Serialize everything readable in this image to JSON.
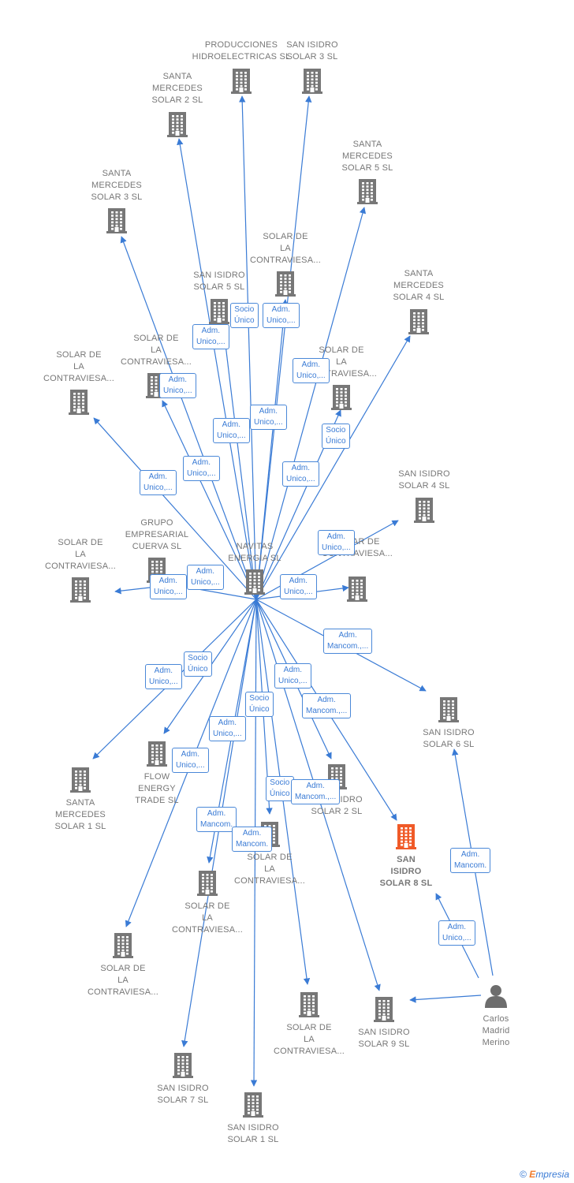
{
  "diagram": {
    "center": {
      "id": "navitas",
      "label": "NAVITAS\nENERGIA SL"
    },
    "companies": [
      {
        "id": "producciones",
        "label": "PRODUCCIONES\nHIDROELECTRICAS SL"
      },
      {
        "id": "san_isidro_3",
        "label": "SAN ISIDRO\nSOLAR 3  SL"
      },
      {
        "id": "santa_mercedes_2",
        "label": "SANTA\nMERCEDES\nSOLAR 2  SL"
      },
      {
        "id": "santa_mercedes_5",
        "label": "SANTA\nMERCEDES\nSOLAR 5  SL"
      },
      {
        "id": "santa_mercedes_3",
        "label": "SANTA\nMERCEDES\nSOLAR 3  SL"
      },
      {
        "id": "solar_contraviesa_a",
        "label": "SOLAR DE\nLA\nCONTRAVIESA..."
      },
      {
        "id": "san_isidro_5",
        "label": "SAN ISIDRO\nSOLAR 5  SL"
      },
      {
        "id": "santa_mercedes_4",
        "label": "SANTA\nMERCEDES\nSOLAR 4  SL"
      },
      {
        "id": "solar_contraviesa_b",
        "label": "SOLAR DE\nLA\nCONTRAVIESA..."
      },
      {
        "id": "solar_contraviesa_c",
        "label": "SOLAR DE\nLA\nCONTRAVIESA..."
      },
      {
        "id": "solar_contraviesa_d",
        "label": "SOLAR DE\nLA\nCONTRAVIESA..."
      },
      {
        "id": "san_isidro_4",
        "label": "SAN ISIDRO\nSOLAR 4  SL"
      },
      {
        "id": "grupo_cuerva",
        "label": "GRUPO\nEMPRESARIAL\nCUERVA SL"
      },
      {
        "id": "solar_contraviesa_e",
        "label": "SOLAR DE\nLA\nCONTRAVIESA..."
      },
      {
        "id": "solar_contraviesa_f",
        "label": "SOLAR DE\nCONTRAVIESA..."
      },
      {
        "id": "san_isidro_6",
        "label": "SAN ISIDRO\nSOLAR 6  SL"
      },
      {
        "id": "santa_mercedes_1",
        "label": "SANTA\nMERCEDES\nSOLAR 1  SL"
      },
      {
        "id": "flow_energy",
        "label": "FLOW\nENERGY\nTRADE  SL"
      },
      {
        "id": "san_isidro_2",
        "label": "SAN ISIDRO\nSOLAR 2  SL"
      },
      {
        "id": "solar_contraviesa_g",
        "label": "SOLAR DE\nLA\nCONTRAVIESA..."
      },
      {
        "id": "san_isidro_8",
        "label": "SAN\nISIDRO\nSOLAR 8  SL",
        "focus": true
      },
      {
        "id": "solar_contraviesa_h",
        "label": "SOLAR DE\nLA\nCONTRAVIESA..."
      },
      {
        "id": "solar_contraviesa_i",
        "label": "SOLAR DE\nLA\nCONTRAVIESA..."
      },
      {
        "id": "solar_contraviesa_j",
        "label": "SOLAR DE\nLA\nCONTRAVIESA..."
      },
      {
        "id": "san_isidro_9",
        "label": "SAN ISIDRO\nSOLAR 9  SL"
      },
      {
        "id": "san_isidro_7",
        "label": "SAN ISIDRO\nSOLAR 7  SL"
      },
      {
        "id": "san_isidro_1",
        "label": "SAN ISIDRO\nSOLAR 1  SL"
      }
    ],
    "person": {
      "id": "carlos",
      "label": "Carlos\nMadrid\nMerino"
    },
    "edge_labels": [
      "Socio\nÚnico",
      "Adm.\nUnico,...",
      "Adm.\nUnico,...",
      "Adm.\nUnico,...",
      "Adm.\nUnico,...",
      "Adm.\nUnico,...",
      "Adm.\nUnico,...",
      "Socio\nÚnico",
      "Adm.\nUnico,...",
      "Adm.\nUnico,...",
      "Adm.\nUnico,...",
      "Adm.\nUnico,...",
      "Adm.\nUnico,...",
      "Adm.\nMancom.,...",
      "Adm.\nUnico,...",
      "Adm.\nUnico,...",
      "Adm.\nUnico,...",
      "Socio\nÚnico",
      "Adm.\nUnico,...",
      "Adm.\nMancom.,...",
      "Socio\nÚnico",
      "Adm.\nUnico,...",
      "Adm.\nUnico,...",
      "Socio\nÚnico",
      "Adm.\nMancom.,...",
      "Adm.\nMancom.",
      "Adm.\nMancom.",
      "Adm.\nMancom.",
      "Adm.\nUnico,..."
    ],
    "colors": {
      "edge": "#3a7bd5",
      "node": "#777777",
      "focus": "#f05a28",
      "person": "#6d6d6d"
    }
  },
  "footer": {
    "copyright": "©",
    "brand_initial": "E",
    "brand_rest": "mpresia"
  }
}
